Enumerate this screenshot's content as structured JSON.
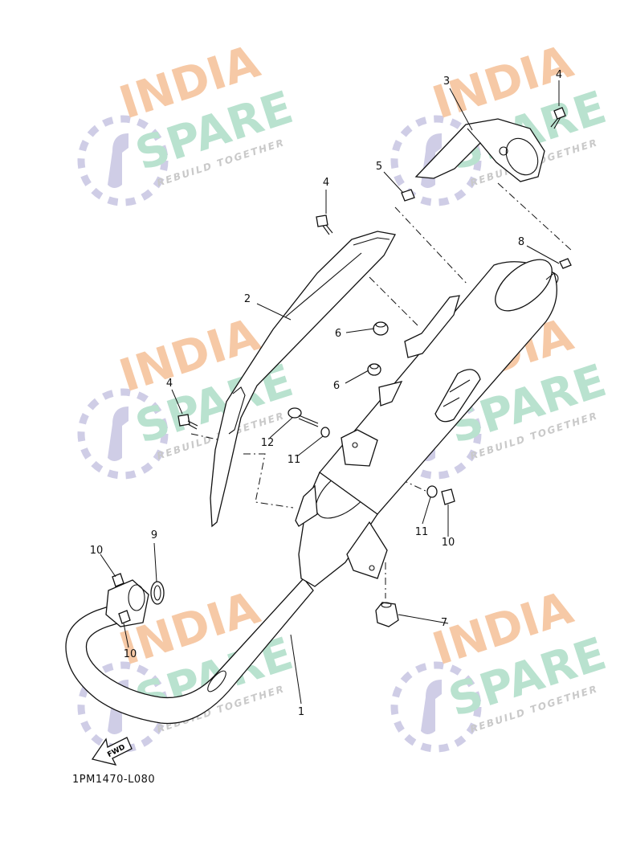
{
  "diagram_code": "1PM1470-L080",
  "watermark": {
    "line1": "INDIA",
    "line2": "SPARE",
    "tagline": "REBUILD TOGETHER",
    "colors": {
      "india": "#f6c9a6",
      "spare": "#b9e2cf",
      "tagline": "#c9c9c9",
      "logo": "#cfcde6"
    }
  },
  "fwd_label": "FWD",
  "callouts": [
    {
      "id": "c1",
      "number": "1"
    },
    {
      "id": "c2",
      "number": "2"
    },
    {
      "id": "c3",
      "number": "3"
    },
    {
      "id": "c4a",
      "number": "4"
    },
    {
      "id": "c4b",
      "number": "4"
    },
    {
      "id": "c4c",
      "number": "4"
    },
    {
      "id": "c5",
      "number": "5"
    },
    {
      "id": "c6a",
      "number": "6"
    },
    {
      "id": "c6b",
      "number": "6"
    },
    {
      "id": "c7",
      "number": "7"
    },
    {
      "id": "c8",
      "number": "8"
    },
    {
      "id": "c9",
      "number": "9"
    },
    {
      "id": "c10a",
      "number": "10"
    },
    {
      "id": "c10b",
      "number": "10"
    },
    {
      "id": "c10c",
      "number": "10"
    },
    {
      "id": "c11a",
      "number": "11"
    },
    {
      "id": "c11b",
      "number": "11"
    },
    {
      "id": "c12",
      "number": "12"
    }
  ]
}
